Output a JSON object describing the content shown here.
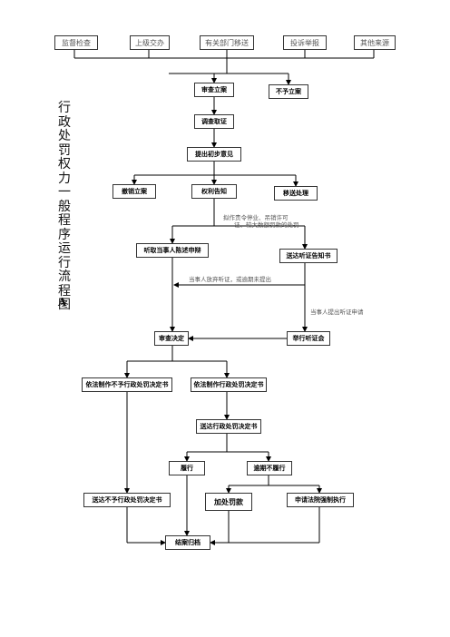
{
  "title_chars": [
    "行",
    "政",
    "处",
    "罚",
    "权",
    "力",
    "一",
    "般",
    "程",
    "序",
    "运",
    "行",
    "流",
    "程",
    "图"
  ],
  "title_suffix": "A",
  "sources": [
    "监督检查",
    "上级交办",
    "有关部门移送",
    "投诉举报",
    "其他来源"
  ],
  "nodes": {
    "filing": "审查立案",
    "no_filing": "不予立案",
    "investigate": "调查取证",
    "preliminary": "提出初步意见",
    "cancel": "撤销立案",
    "notify_rights": "权利告知",
    "transfer": "移送处理",
    "statement": "听取当事人陈述申辩",
    "hearing_notice": "送达听证告知书",
    "review": "审查决定",
    "hold_hearing": "举行听证会",
    "no_penalty": "依法制作不予行政处罚决定书",
    "penalty": "依法制作行政处罚决定书",
    "deliver_penalty": "送达行政处罚决定书",
    "comply": "履行",
    "overdue": "逾期不履行",
    "deliver_no_penalty": "送达不予行政处罚决定书",
    "late_fine": "加处罚款",
    "enforce": "申请法院强制执行",
    "close": "结案归档"
  },
  "notes": {
    "hearing_condition": [
      "拟作责令停业、吊销许可",
      "证、较大数额罚款的处罚"
    ],
    "waive": "当事人放弃听证，或逾期未提出",
    "apply": "当事人提出听证申请"
  }
}
